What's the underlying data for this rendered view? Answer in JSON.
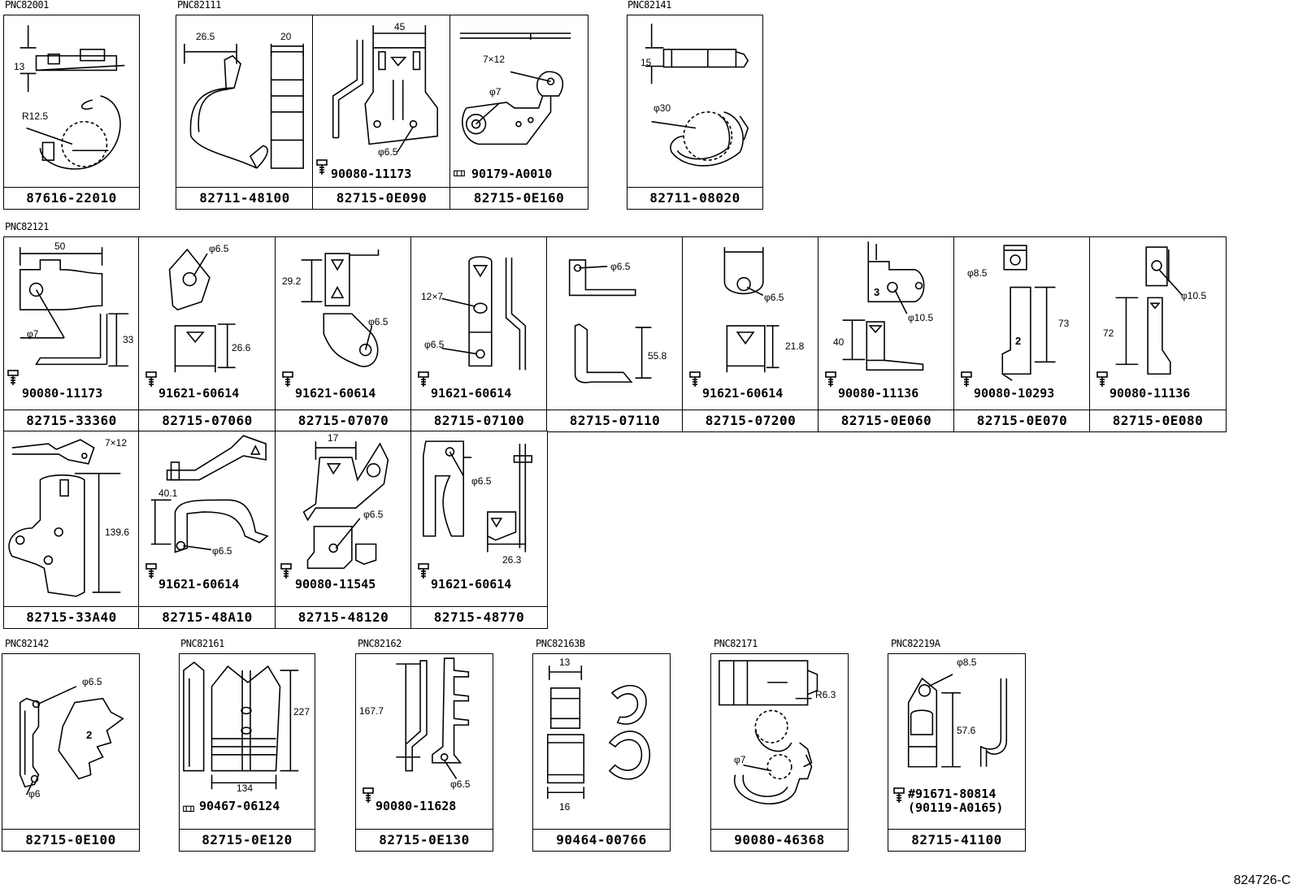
{
  "groups": {
    "g1": "PNC82001",
    "g2": "PNC82111",
    "g3": "PNC82141",
    "g4": "PNC82121",
    "g5": "PNC82142",
    "g6": "PNC82161",
    "g7": "PNC82162",
    "g8": "PNC82163B",
    "g9": "PNC82171",
    "g10": "PNC82219A"
  },
  "cells": {
    "c1": {
      "part": "87616-22010",
      "dims": [
        "13",
        "R12.5"
      ]
    },
    "c2": {
      "part": "82711-48100",
      "dims": [
        "26.5",
        "20"
      ]
    },
    "c3": {
      "part": "82715-0E090",
      "sub": "90080-11173",
      "dims": [
        "45",
        "φ6.5"
      ]
    },
    "c4": {
      "part": "82715-0E160",
      "sub": "90179-A0010",
      "dims": [
        "7×12",
        "φ7"
      ]
    },
    "c5": {
      "part": "82711-08020",
      "dims": [
        "15",
        "φ30"
      ]
    },
    "c6": {
      "part": "82715-33360",
      "sub": "90080-11173",
      "dims": [
        "50",
        "φ7",
        "33"
      ]
    },
    "c7": {
      "part": "82715-07060",
      "sub": "91621-60614",
      "dims": [
        "φ6.5",
        "26.6"
      ]
    },
    "c8": {
      "part": "82715-07070",
      "sub": "91621-60614",
      "dims": [
        "29.2",
        "φ6.5"
      ]
    },
    "c9": {
      "part": "82715-07100",
      "sub": "91621-60614",
      "dims": [
        "12×7",
        "φ6.5"
      ]
    },
    "c10": {
      "part": "82715-07110",
      "dims": [
        "φ6.5",
        "55.8"
      ]
    },
    "c11": {
      "part": "82715-07200",
      "sub": "91621-60614",
      "dims": [
        "φ6.5",
        "21.8"
      ]
    },
    "c12": {
      "part": "82715-0E060",
      "sub": "90080-11136",
      "dims": [
        "3",
        "φ10.5",
        "40"
      ]
    },
    "c13": {
      "part": "82715-0E070",
      "sub": "90080-10293",
      "dims": [
        "φ8.5",
        "2",
        "73"
      ]
    },
    "c14": {
      "part": "82715-0E080",
      "sub": "90080-11136",
      "dims": [
        "φ10.5",
        "72"
      ]
    },
    "c15": {
      "part": "82715-33A40",
      "dims": [
        "7×12",
        "139.6"
      ]
    },
    "c16": {
      "part": "82715-48A10",
      "sub": "91621-60614",
      "dims": [
        "40.1",
        "φ6.5"
      ]
    },
    "c17": {
      "part": "82715-48120",
      "sub": "90080-11545",
      "dims": [
        "17",
        "φ6.5"
      ]
    },
    "c18": {
      "part": "82715-48770",
      "sub": "91621-60614",
      "dims": [
        "φ6.5",
        "26.3"
      ]
    },
    "c19": {
      "part": "82715-0E100",
      "dims": [
        "φ6.5",
        "2",
        "φ6"
      ]
    },
    "c20": {
      "part": "82715-0E120",
      "sub": "90467-06124",
      "dims": [
        "227",
        "134"
      ]
    },
    "c21": {
      "part": "82715-0E130",
      "sub": "90080-11628",
      "dims": [
        "167.7",
        "φ6.5"
      ]
    },
    "c22": {
      "part": "90464-00766",
      "dims": [
        "13",
        "16"
      ]
    },
    "c23": {
      "part": "90080-46368",
      "dims": [
        "R6.3",
        "φ7"
      ]
    },
    "c24": {
      "part": "82715-41100",
      "sub": "#91671-80814",
      "sub2": "(90119-A0165)",
      "dims": [
        "φ8.5",
        "57.6"
      ]
    }
  },
  "footer": {
    "ref": "824726-C"
  }
}
